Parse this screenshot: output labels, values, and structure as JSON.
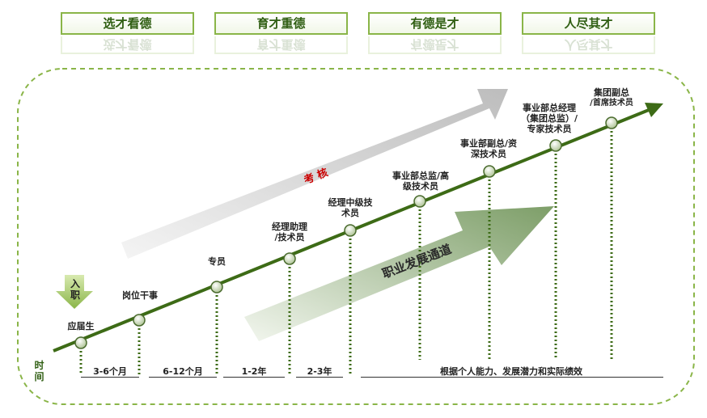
{
  "principles": [
    "选才看德",
    "育才重德",
    "有德是才",
    "人尽其才"
  ],
  "assessment_label": "考 核",
  "career_channel_label": "职业发展通道",
  "onboarding_label": "入职",
  "time_axis_label": "时间",
  "positions": [
    "应届生",
    "岗位干事",
    "专员",
    "经理助理/技术员",
    "经理中级技术员",
    "事业部总监/高级技术员",
    "事业部副总/资深技术员",
    "事业部总经理（集团总监）/专家技术员",
    "集团副总/首席技术员"
  ],
  "position_lines": {
    "p4": [
      "经理助理",
      "/技术员"
    ],
    "p5": [
      "经理中级技",
      "术员"
    ],
    "p6": [
      "事业部总监/高",
      "级技术员"
    ],
    "p7": [
      "事业部副总/资",
      "深技术员"
    ],
    "p8": [
      "事业部总经理",
      "（集团总监）/",
      "专家技术员"
    ],
    "p9": [
      "集团副总",
      "/首席技术员"
    ]
  },
  "durations": [
    "3-6个月",
    "6-12个月",
    "1-2年",
    "2-3年",
    "根据个人能力、发展潜力和实际绩效"
  ],
  "colors": {
    "green_dark": "#3d6b16",
    "green_light": "#8ab548",
    "red": "#cc0000"
  }
}
